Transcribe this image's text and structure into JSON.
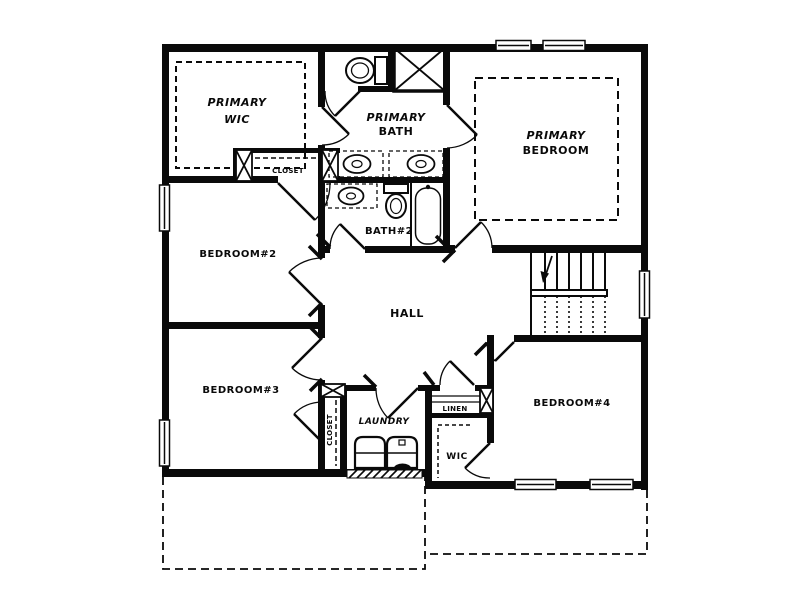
{
  "drawing": {
    "type": "floor-plan",
    "floor": "second-floor",
    "colors": {
      "wall": "#0a0a0a",
      "background": "#ffffff",
      "line": "#0a0a0a"
    }
  },
  "rooms": {
    "primary_wic": {
      "line1": "PRIMARY",
      "line2": "WIC"
    },
    "closet_bedroom2": {
      "label": "CLOSET"
    },
    "primary_bath": {
      "line1": "PRIMARY",
      "line2": "BATH"
    },
    "primary_bedroom": {
      "line1": "PRIMARY",
      "line2": "BEDROOM"
    },
    "bedroom2": {
      "label": "BEDROOM#2"
    },
    "bath2": {
      "label": "BATH#2"
    },
    "hall": {
      "label": "HALL"
    },
    "bedroom3": {
      "label": "BEDROOM#3"
    },
    "closet_bedroom3": {
      "label": "CLOSET"
    },
    "laundry": {
      "label": "LAUNDRY"
    },
    "linen": {
      "label": "LINEN"
    },
    "wic_bedroom4": {
      "label": "WIC"
    },
    "bedroom4": {
      "label": "BEDROOM#4"
    }
  },
  "fixtures": [
    "toilet",
    "shower",
    "double-vanity-sink",
    "sink",
    "toilet",
    "bathtub",
    "washer",
    "dryer",
    "staircase",
    "closet-rod",
    "linen-shelves"
  ]
}
